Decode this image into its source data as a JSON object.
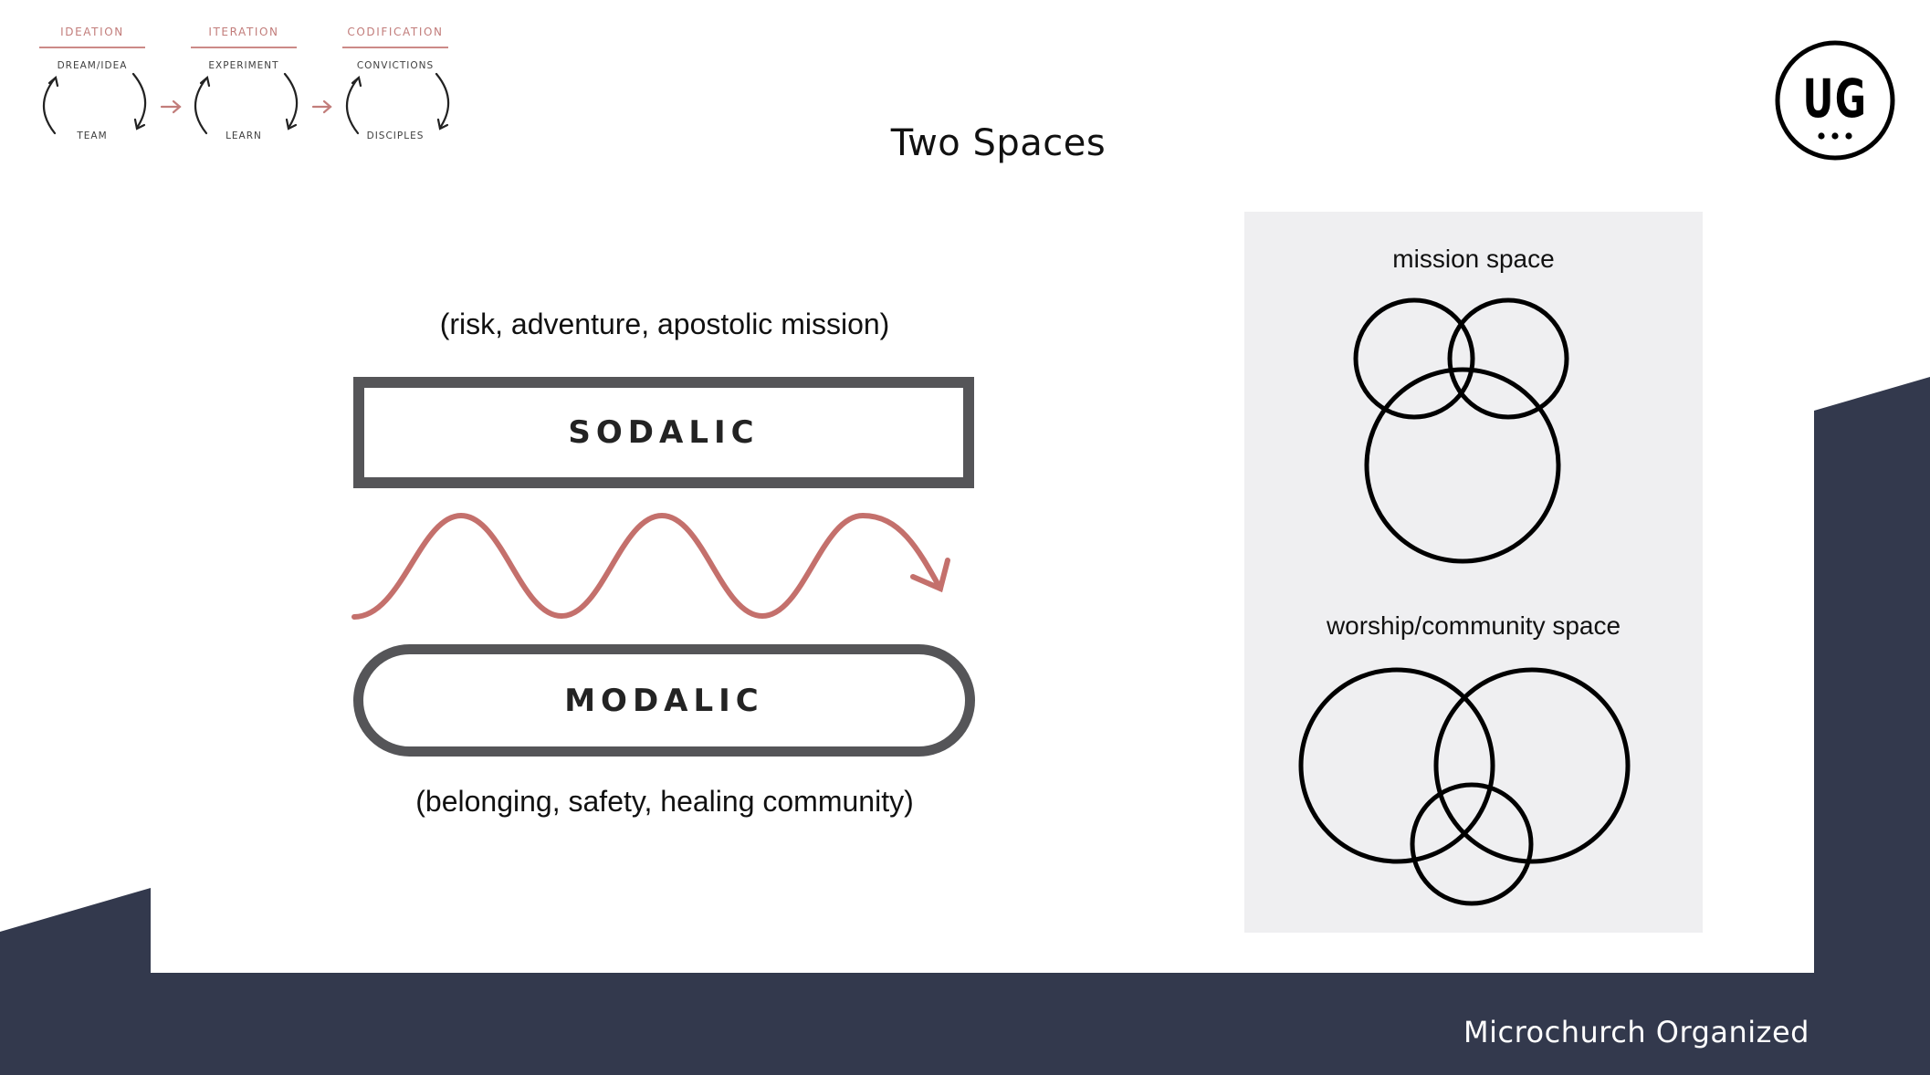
{
  "process": {
    "stages": [
      {
        "title": "IDEATION",
        "top": "DREAM/IDEA",
        "bottom": "TEAM"
      },
      {
        "title": "ITERATION",
        "top": "EXPERIMENT",
        "bottom": "LEARN"
      },
      {
        "title": "CODIFICATION",
        "top": "CONVICTIONS",
        "bottom": "DISCIPLES"
      }
    ],
    "accent_color": "#c27d7b"
  },
  "logo": {
    "text": "UG",
    "icon": "ug-circle-logo-icon"
  },
  "slide": {
    "title": "Two Spaces",
    "left": {
      "top_caption": "(risk, adventure, apostolic mission)",
      "sodalic_label": "SODALIC",
      "wave_icon": "wavy-arrow-icon",
      "wave_color": "#c4706c",
      "modalic_label": "MODALIC",
      "bottom_caption": "(belonging, safety, healing community)"
    },
    "right_panel": {
      "mission_label": "mission space",
      "mission_icon": "three-circles-mission-icon",
      "worship_label": "worship/community space",
      "worship_icon": "venn-circles-worship-icon"
    }
  },
  "footer": {
    "text": "Microchurch Organized",
    "bar_color": "#33394d"
  }
}
